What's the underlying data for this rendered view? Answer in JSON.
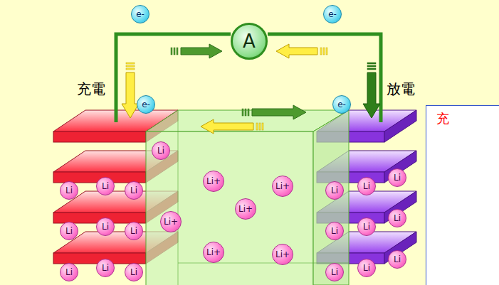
{
  "diagram": {
    "nodes": [
      {
        "text": [
          "A"
        ]
      },
      {
        "text": [
          "e-"
        ]
      },
      {
        "text": [
          "e-"
        ]
      },
      {
        "text": [
          "e-"
        ]
      },
      {
        "text": [
          "e-"
        ]
      },
      {
        "text": [
          "Li"
        ]
      },
      {
        "text": [
          "Li"
        ]
      },
      {
        "text": [
          "Li"
        ]
      },
      {
        "text": [
          "Li"
        ]
      },
      {
        "text": [
          "Li"
        ]
      },
      {
        "text": [
          "Li"
        ]
      },
      {
        "text": [
          "Li"
        ]
      },
      {
        "text": [
          "Li"
        ]
      },
      {
        "text": [
          "Li"
        ]
      },
      {
        "text": [
          "Li"
        ]
      },
      {
        "text": [
          "Li+"
        ]
      },
      {
        "text": [
          "Li+"
        ]
      },
      {
        "text": [
          "Li+"
        ]
      },
      {
        "text": [
          "Li+"
        ]
      },
      {
        "text": [
          "Li+"
        ]
      },
      {
        "text": [
          "Li+"
        ]
      },
      {
        "text": [
          "Li"
        ]
      },
      {
        "text": [
          "Li"
        ]
      },
      {
        "text": [
          "Li"
        ]
      },
      {
        "text": [
          "Li"
        ]
      },
      {
        "text": [
          "Li"
        ]
      },
      {
        "text": [
          "Li"
        ]
      },
      {
        "text": [
          "Li"
        ]
      },
      {
        "text": [
          "Li"
        ]
      },
      {
        "text": [
          "Li"
        ]
      },
      {
        "text": [
          "充"
        ]
      }
    ],
    "labels": [
      "充電",
      "放電"
    ]
  }
}
